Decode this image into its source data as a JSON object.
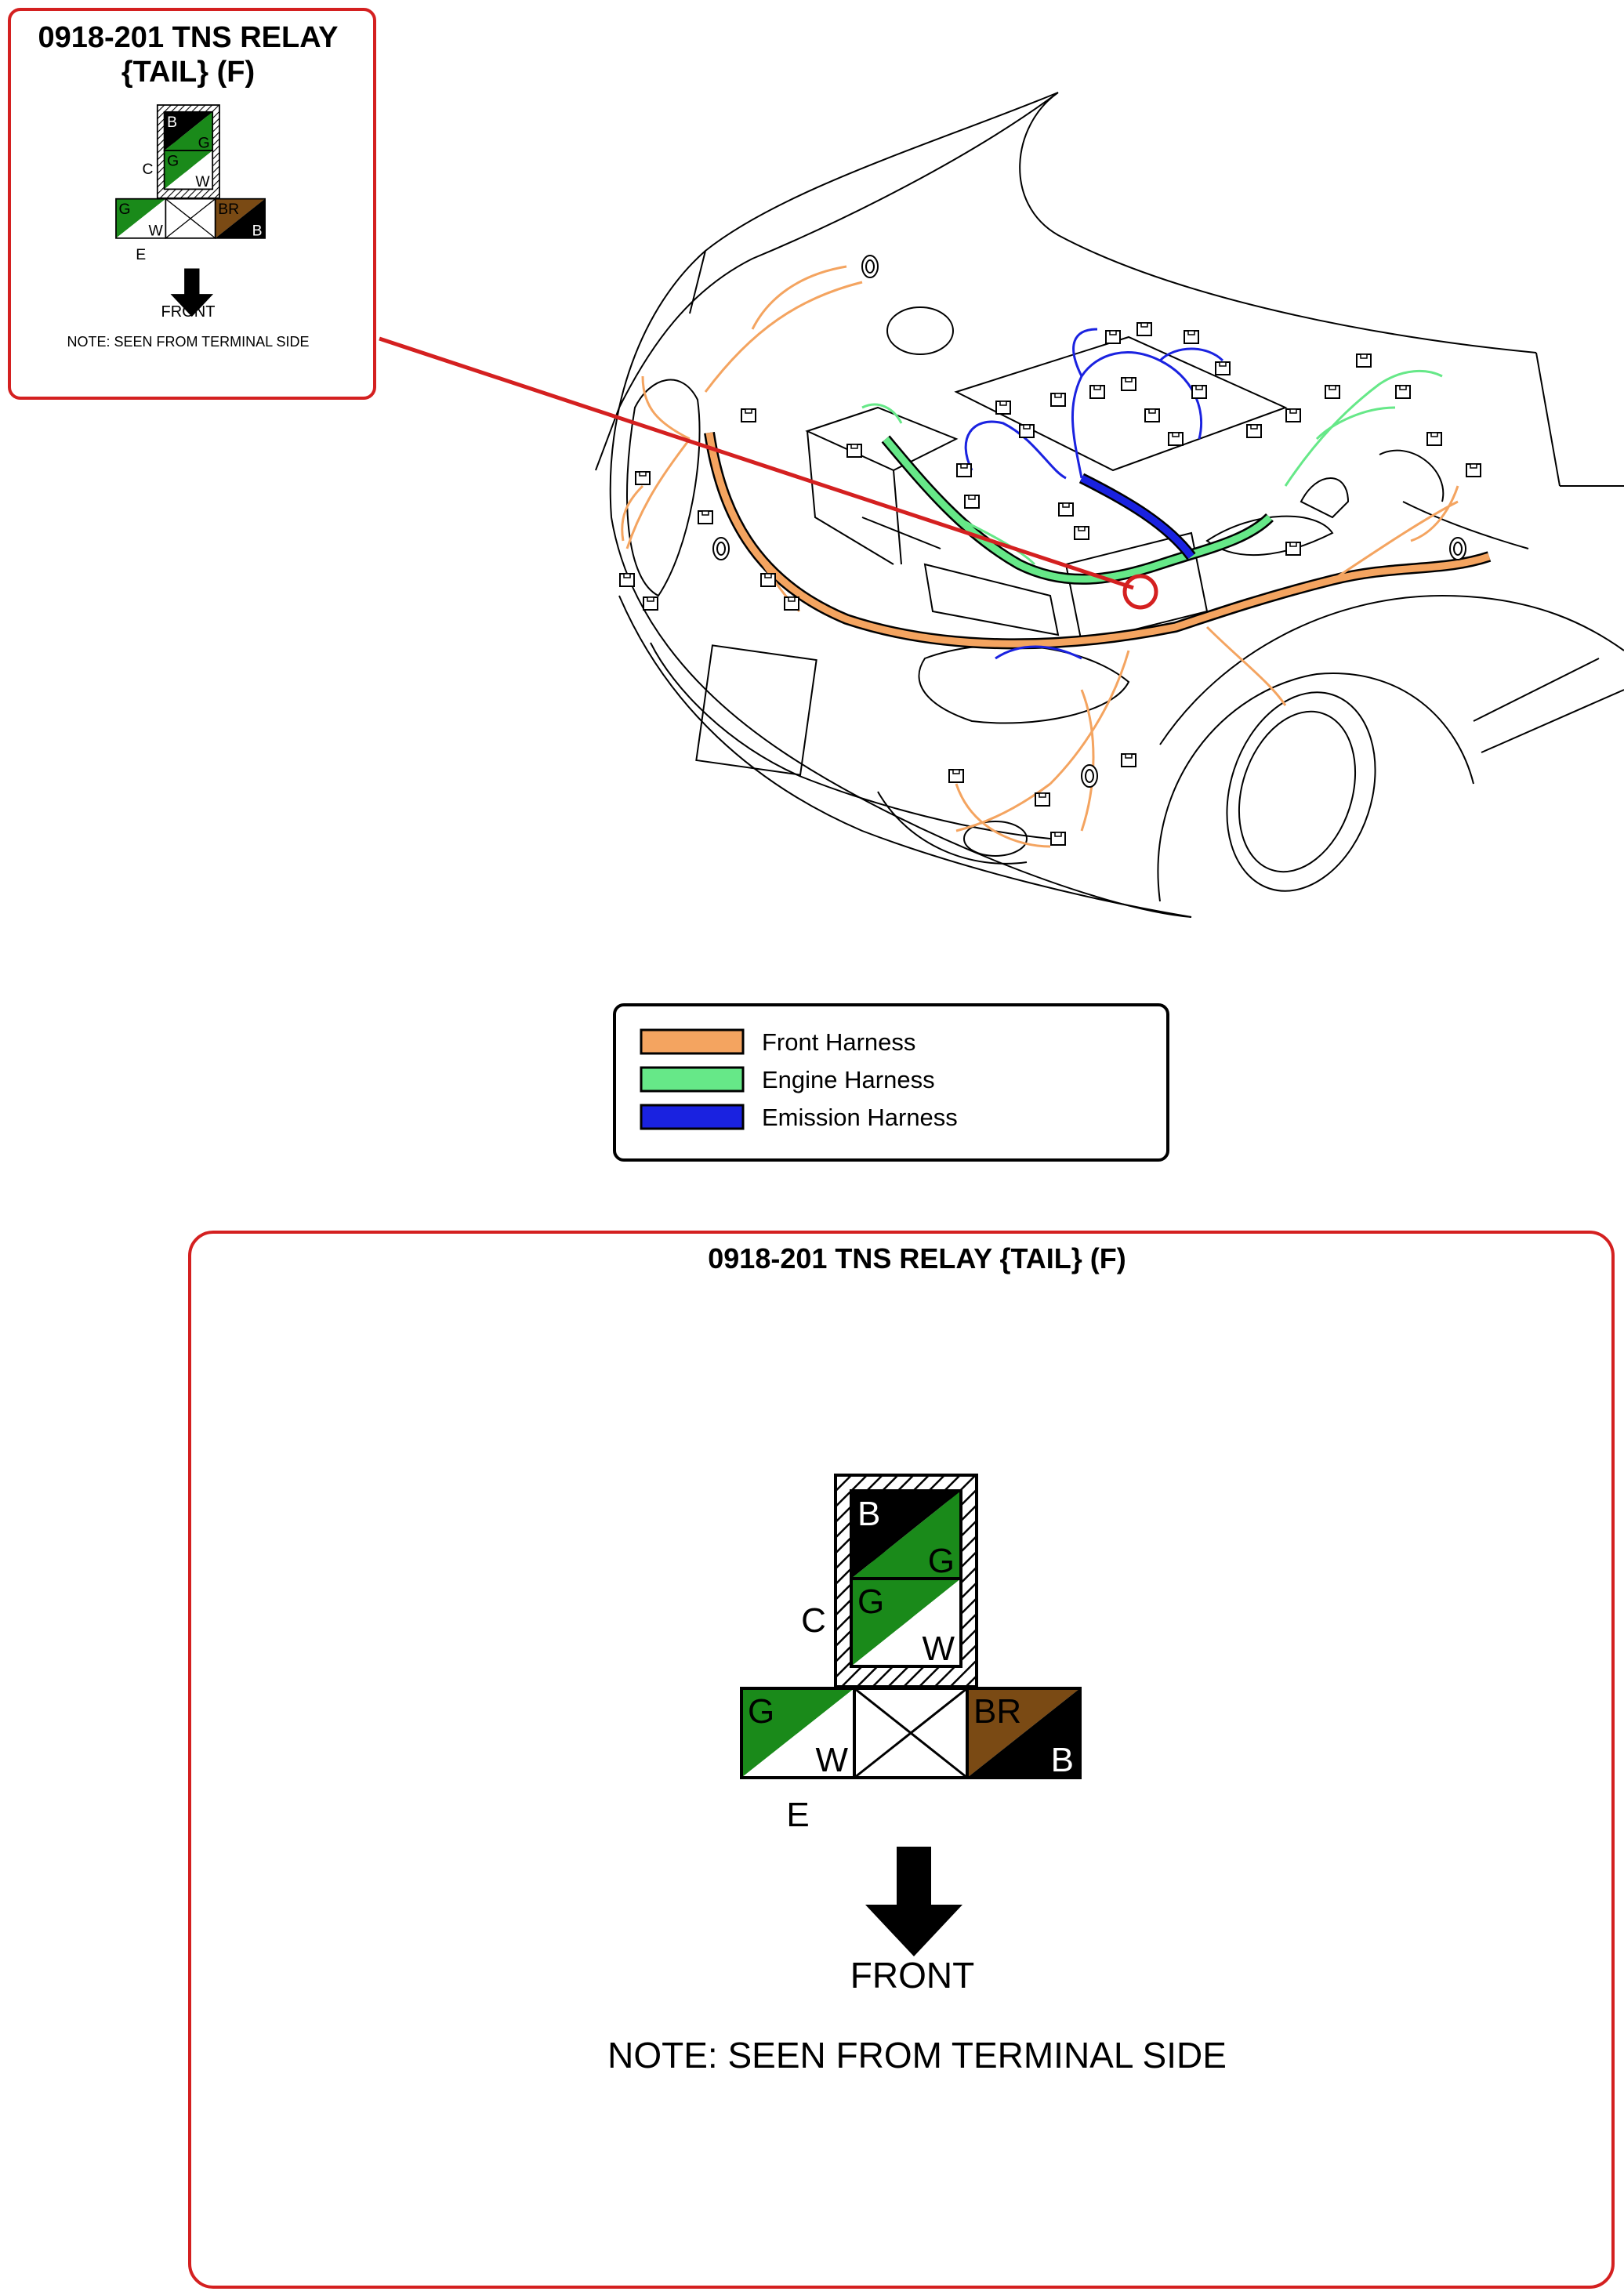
{
  "callout": {
    "title_line1": "0918-201 TNS RELAY",
    "title_line2": "{TAIL} (F)",
    "front_label": "FRONT",
    "note": "NOTE: SEEN FROM TERMINAL SIDE"
  },
  "connector": {
    "label_c": "C",
    "label_e": "E",
    "upper": [
      {
        "top_left": "B",
        "bottom_right": "G",
        "top_color": "#000000",
        "bottom_color": "#1a8a1a"
      },
      {
        "top_left": "G",
        "bottom_right": "W",
        "top_color": "#1a8a1a",
        "bottom_color": "#ffffff"
      }
    ],
    "lower": [
      {
        "top_left": "G",
        "bottom_right": "W",
        "top_color": "#1a8a1a",
        "bottom_color": "#ffffff"
      },
      {
        "top_left": "",
        "bottom_right": "",
        "empty": true
      },
      {
        "top_left": "BR",
        "bottom_right": "B",
        "top_color": "#7a4a14",
        "bottom_color": "#000000"
      }
    ]
  },
  "legend": {
    "items": [
      {
        "label": "Front Harness",
        "color": "#f4a460"
      },
      {
        "label": "Engine Harness",
        "color": "#66e888"
      },
      {
        "label": "Emission Harness",
        "color": "#1a22e0"
      }
    ]
  },
  "detail": {
    "title": "0918-201 TNS RELAY {TAIL} (F)",
    "front_label": "FRONT",
    "note": "NOTE: SEEN FROM TERMINAL SIDE"
  },
  "colors": {
    "callout_border": "#d42020",
    "front_harness": "#f4a460",
    "engine_harness": "#66e888",
    "emission_harness": "#1a22e0"
  }
}
